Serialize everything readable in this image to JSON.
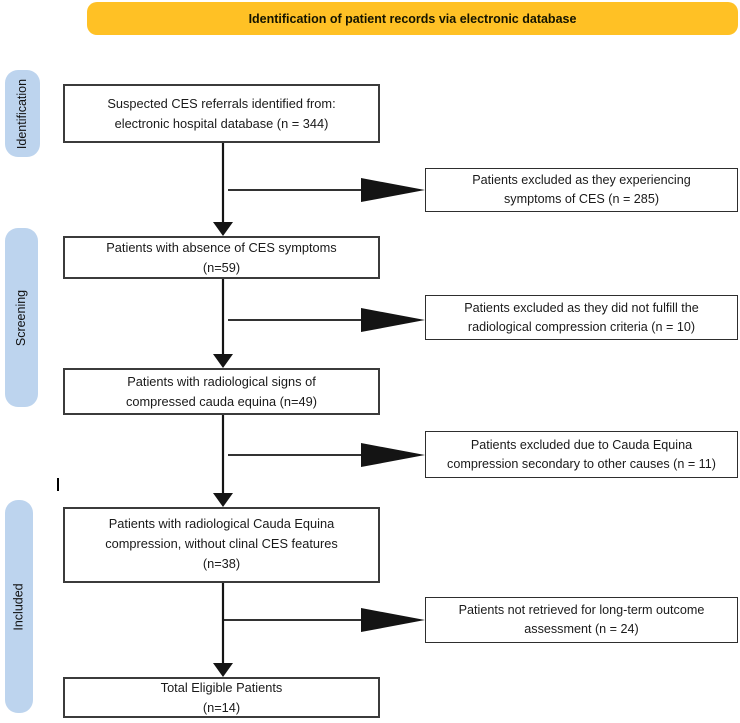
{
  "banner": {
    "label": "Identification of patient records via electronic database"
  },
  "stages": [
    {
      "label": "Identification"
    },
    {
      "label": "Screening"
    },
    {
      "label": "Included"
    }
  ],
  "flow": {
    "main_boxes": [
      {
        "n": 344,
        "lines": [
          "Suspected CES referrals identified from:",
          "electronic hospital database (n = 344)"
        ]
      },
      {
        "n": 59,
        "lines": [
          "Patients with absence of CES symptoms",
          "(n=59)"
        ]
      },
      {
        "n": 49,
        "lines": [
          "Patients with radiological signs of",
          "compressed cauda equina (n=49)"
        ]
      },
      {
        "n": 38,
        "lines": [
          "Patients with radiological Cauda Equina",
          "compression, without clinal CES features",
          "(n=38)"
        ]
      },
      {
        "n": 14,
        "lines": [
          "Total Eligible Patients",
          "(n=14)"
        ]
      }
    ],
    "exclusion_boxes": [
      {
        "n": 285,
        "lines": [
          "Patients excluded as they experiencing",
          "symptoms of CES (n = 285)"
        ]
      },
      {
        "n": 10,
        "lines": [
          "Patients excluded as they did not fulfill the",
          "radiological compression criteria (n = 10)"
        ]
      },
      {
        "n": 11,
        "lines": [
          "Patients excluded due to Cauda Equina",
          "compression secondary to other causes (n = 11)"
        ]
      },
      {
        "n": 24,
        "lines": [
          "Patients not retrieved for long-term outcome",
          "assessment (n = 24)"
        ]
      }
    ]
  },
  "colors": {
    "banner_bg": "#FFC125",
    "stage_bg": "#BDD4EE",
    "box_border": "#3b3b3b",
    "arrow": "#141414"
  }
}
